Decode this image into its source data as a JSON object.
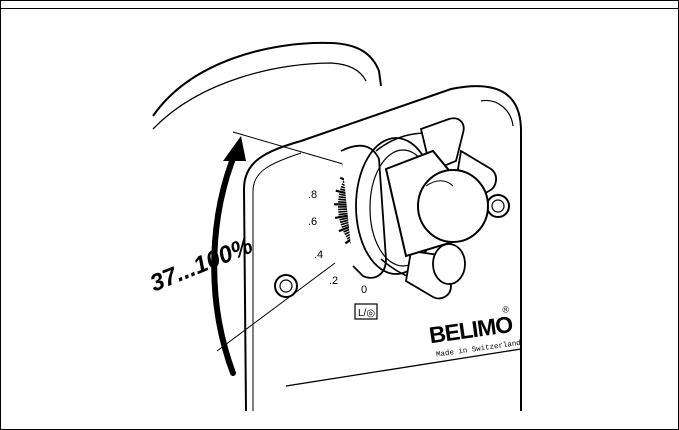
{
  "range_label": "37...100%",
  "scale": {
    "labels": [
      ".8",
      ".6",
      ".4",
      ".2",
      "0"
    ]
  },
  "brand": {
    "name": "BELIMO",
    "mark": "®",
    "tagline": "Made in Switzerland"
  },
  "mode_badge": "L/◎",
  "colors": {
    "line": "#000000",
    "background": "#ffffff"
  }
}
